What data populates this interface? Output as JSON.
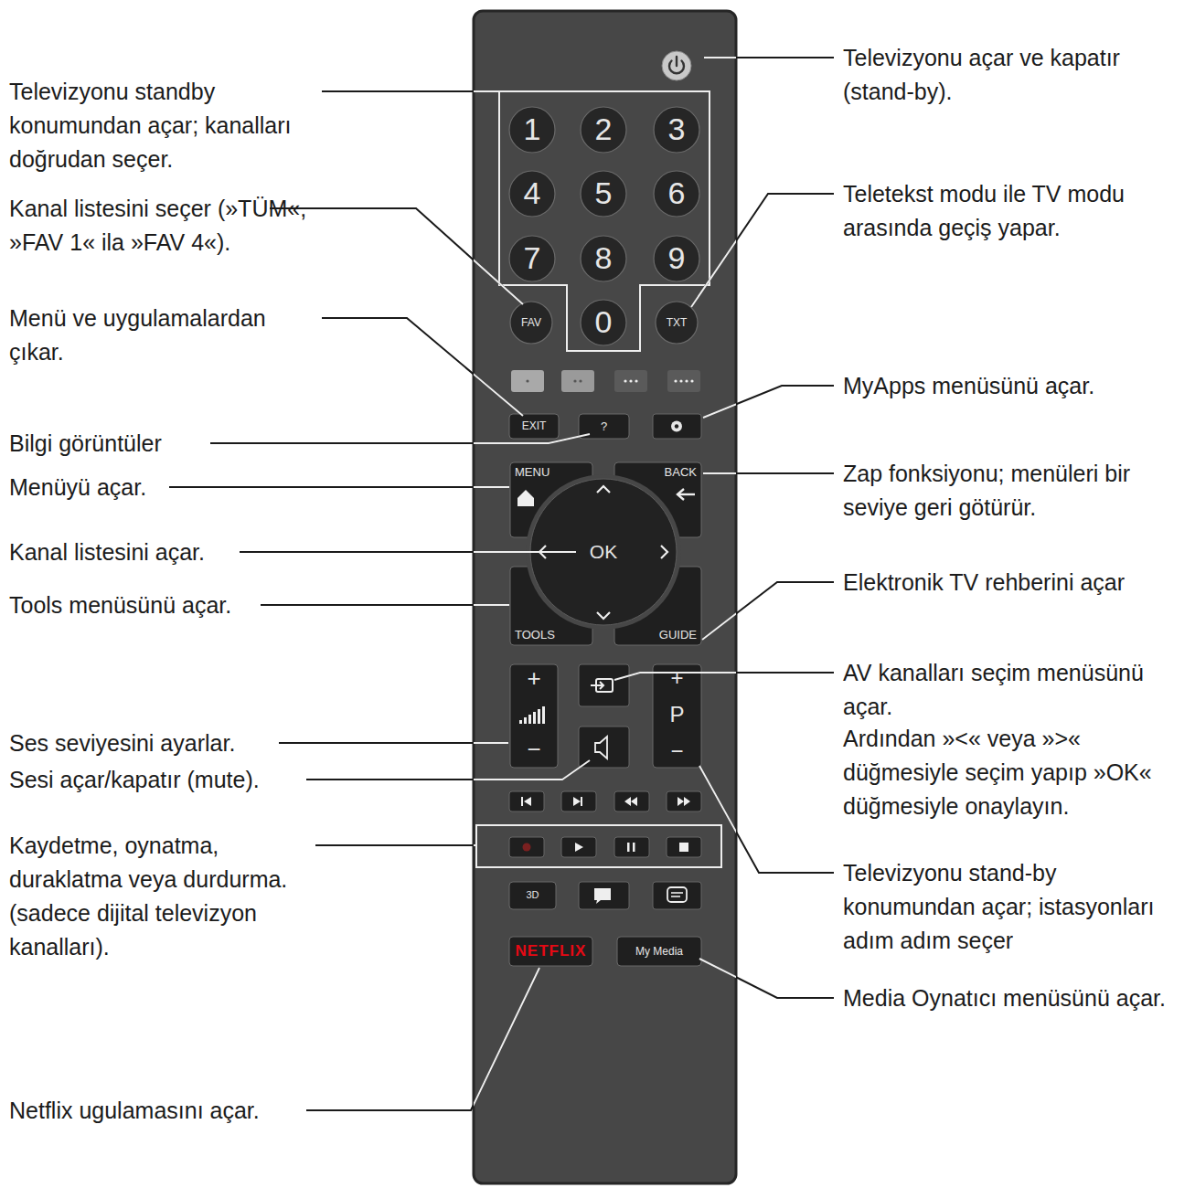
{
  "diagram": {
    "nodes": [
      {
        "text": [
          "1"
        ]
      },
      {
        "text": [
          "2"
        ]
      },
      {
        "text": [
          "3"
        ]
      },
      {
        "text": [
          "4"
        ]
      },
      {
        "text": [
          "5"
        ]
      },
      {
        "text": [
          "6"
        ]
      },
      {
        "text": [
          "7"
        ]
      },
      {
        "text": [
          "8"
        ]
      },
      {
        "text": [
          "9"
        ]
      },
      {
        "text": [
          "FAV"
        ]
      },
      {
        "text": [
          "0"
        ]
      },
      {
        "text": [
          "TXT"
        ]
      },
      {
        "text": [
          "EXIT"
        ]
      },
      {
        "text": [
          "?"
        ]
      },
      {
        "text": [
          "MENU"
        ]
      },
      {
        "text": [
          "BACK"
        ]
      },
      {
        "text": [
          "OK"
        ]
      },
      {
        "text": [
          "TOOLS"
        ]
      },
      {
        "text": [
          "GUIDE"
        ]
      },
      {
        "text": [
          "+",
          "−"
        ]
      },
      {
        "text": [
          "+",
          "P",
          "−"
        ]
      },
      {
        "text": [
          "3D"
        ]
      },
      {
        "text": [
          "NETFLIX"
        ]
      },
      {
        "text": [
          "My Media"
        ]
      }
    ],
    "labels": [
      "Televizyonu standby konumundan açar; kanalları doğrudan seçer.",
      "Kanal listesini seçer (»TÜM«, »FAV 1« ila »FAV 4«).",
      "Menü ve uygulamalardan çıkar.",
      "Bilgi görüntüler",
      "Menüyü açar.",
      "Kanal listesini açar.",
      "Tools menüsünü açar.",
      "Ses seviyesini ayarlar.",
      "Sesi açar/kapatır (mute).",
      "Kaydetme, oynatma, duraklatma veya durdurma. (sadece dijital televizyon kanalları).",
      "Netflix ugulamasını açar.",
      "Televizyonu açar ve kapatır (stand-by).",
      "Teletekst modu ile TV modu arasında geçiş yapar.",
      "MyApps menüsünü açar.",
      "Zap fonksiyonu; menüleri bir seviye geri götürür.",
      "Elektronik TV rehberini açar",
      "AV kanalları seçim menüsünü açar.",
      "Ardından »<« veya »>« düğmesiyle seçim yapıp »OK« düğmesiyle onaylayın.",
      "Televizyonu stand-by konumundan açar; istasyonları adım adım seçer",
      "Media Oynatıcı menüsünü açar."
    ]
  }
}
